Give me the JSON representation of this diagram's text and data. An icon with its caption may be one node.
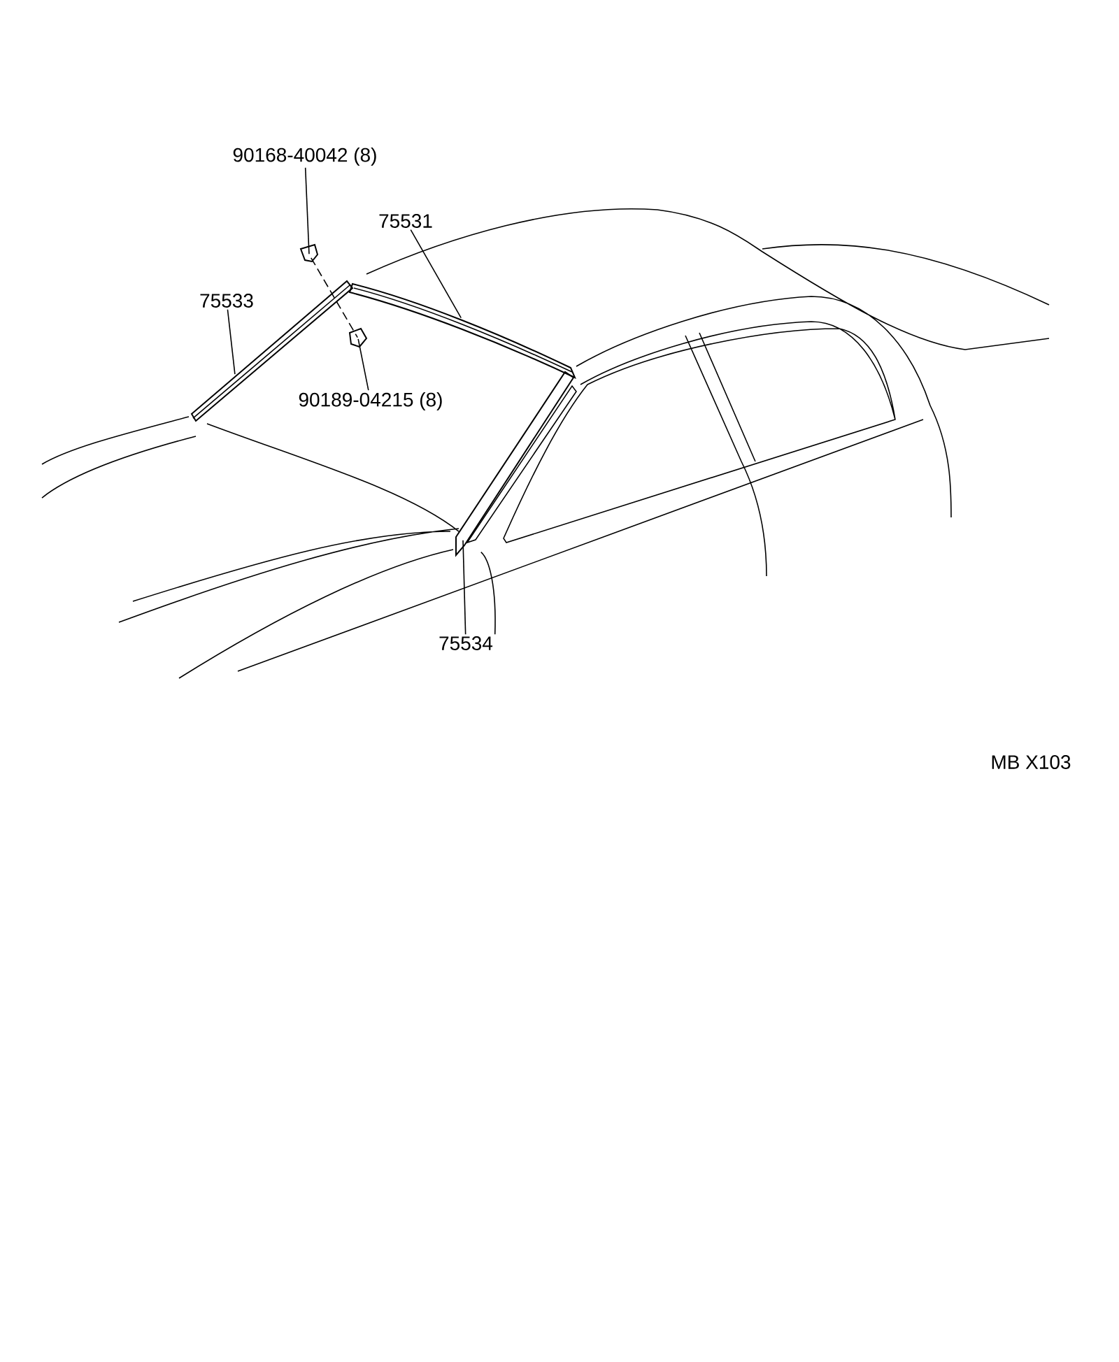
{
  "diagram": {
    "nodes": [
      {
        "text": [
          "90168-40042 (8)"
        ]
      },
      {
        "text": [],
        "shape": "picture"
      },
      {
        "text": [
          "75531"
        ]
      },
      {
        "text": [],
        "shape": "picture"
      },
      {
        "text": [
          "75533"
        ]
      },
      {
        "text": [],
        "shape": "picture"
      },
      {
        "text": [
          "90189-04215 (8)"
        ]
      },
      {
        "text": [],
        "shape": "picture"
      },
      {
        "text": [
          "75534"
        ]
      },
      {
        "text": [],
        "shape": "picture"
      },
      {
        "text": [],
        "shape": "picture"
      }
    ],
    "edges": [
      {
        "from": 0,
        "to": 1,
        "arrow": "none"
      },
      {
        "from": 2,
        "to": 3,
        "arrow": "none"
      },
      {
        "from": 4,
        "to": 5,
        "arrow": "none"
      },
      {
        "from": 6,
        "to": 7,
        "arrow": "none"
      },
      {
        "from": 8,
        "to": 9,
        "arrow": "none"
      },
      {
        "from": 8,
        "to": 10,
        "arrow": "none"
      },
      {
        "from": 1,
        "to": 7,
        "arrow": "none",
        "style": "dashed"
      }
    ],
    "labels": [
      "MB X103"
    ]
  }
}
